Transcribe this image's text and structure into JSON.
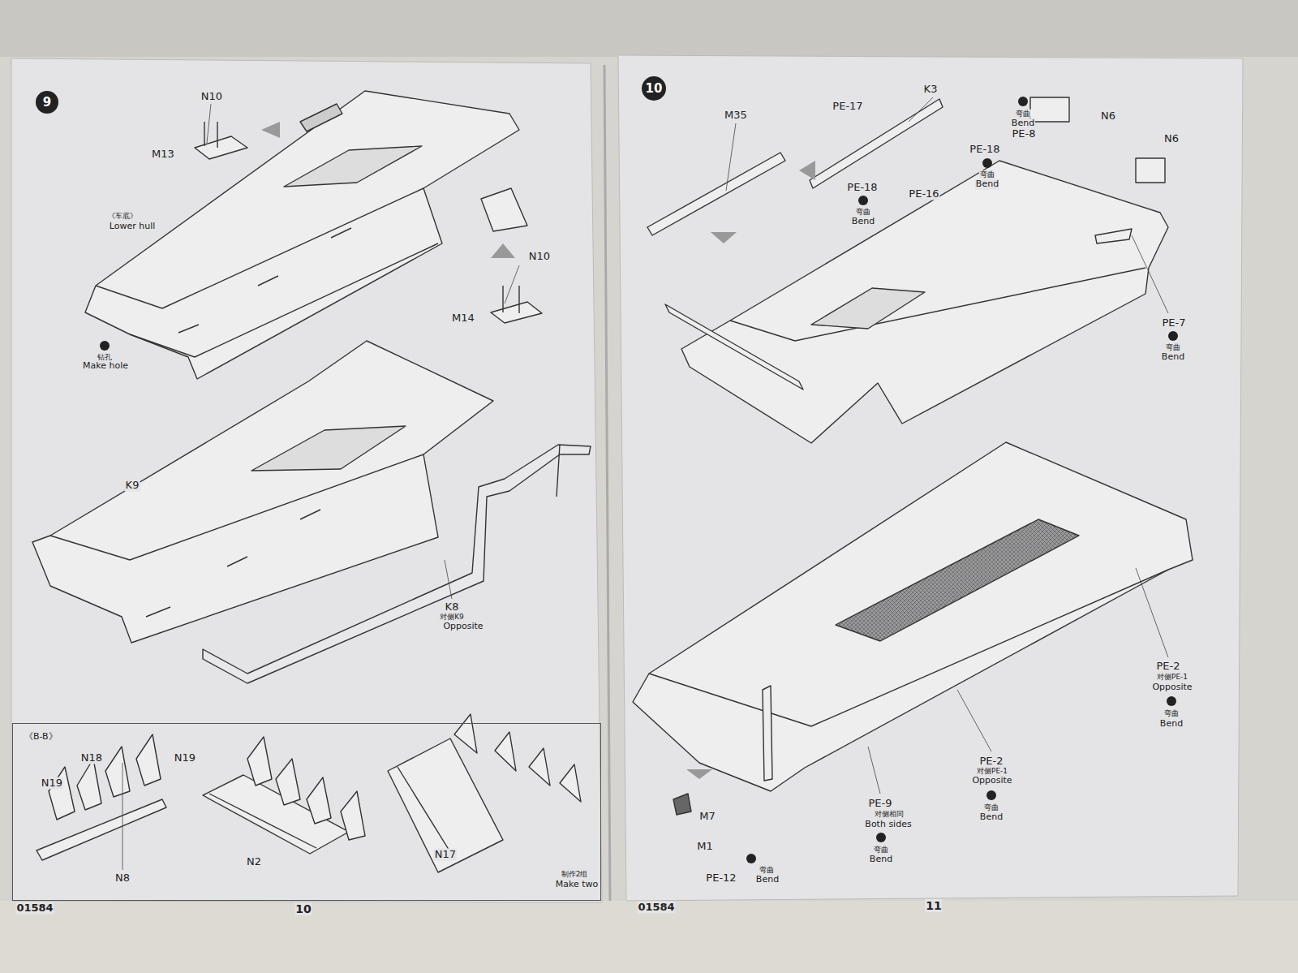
{
  "diagram": {
    "nodes": [
      {
        "text": [
          "9"
        ]
      },
      {
        "text": [
          "10"
        ]
      },
      {
        "text": [
          "《B-B》"
        ]
      }
    ],
    "labels": [
      "N10",
      "M13",
      "《车底》",
      "Lower hull",
      "钻孔",
      "Make hole",
      "N10",
      "M14",
      "K9",
      "K8",
      "对侧K9",
      "Opposite",
      "N18",
      "N19",
      "N19",
      "N8",
      "N2",
      "N17",
      "制作2组",
      "Make two",
      "01584",
      "10",
      "M35",
      "PE-17",
      "K3",
      "弯曲",
      "Bend",
      "PE-8",
      "N6",
      "N6",
      "PE-18",
      "弯曲",
      "Bend",
      "PE-18",
      "弯曲",
      "Bend",
      "PE-16",
      "PE-7",
      "弯曲",
      "Bend",
      "PE-2",
      "对侧PE-1",
      "Opposite",
      "弯曲",
      "Bend",
      "PE-2",
      "对侧PE-1",
      "Opposite",
      "弯曲",
      "Bend",
      "PE-9",
      "对侧相同",
      "Both sides",
      "弯曲",
      "Bend",
      "M7",
      "M1",
      "PE-12",
      "弯曲",
      "Bend",
      "01584",
      "11"
    ]
  }
}
